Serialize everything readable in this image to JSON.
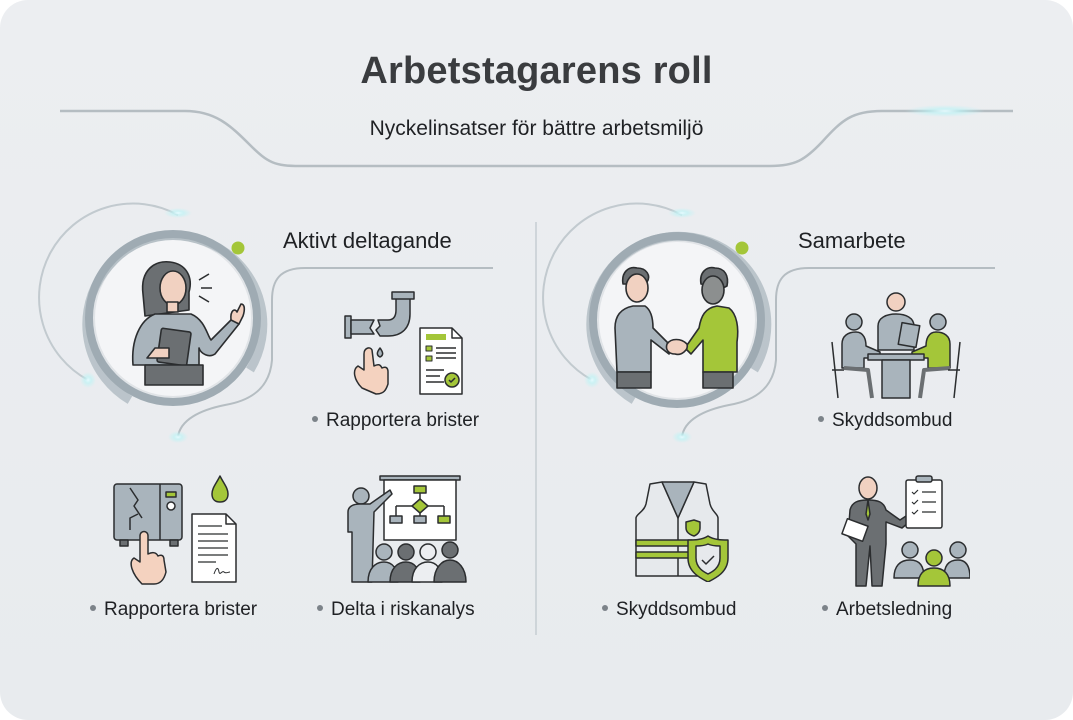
{
  "header": {
    "title": "Arbetstagarens roll",
    "subtitle": "Nyckelinsatser för bättre arbetsmiljö"
  },
  "colors": {
    "background": "#e9ecef",
    "accent_green": "#a4c639",
    "line_gray": "#b5bdc2",
    "figure_gray": "#a9b4bc",
    "dark_gray": "#6b6f72",
    "text": "#1f2124"
  },
  "sections": [
    {
      "title": "Aktivt deltagande",
      "hero_icon": "woman-reporting-with-tablet-icon",
      "items": [
        {
          "label": "Rapportera brister",
          "icon": "broken-pipe-report-icon"
        },
        {
          "label": "Rapportera brister",
          "icon": "broken-machine-report-icon"
        },
        {
          "label": "Delta i riskanalys",
          "icon": "risk-analysis-presentation-icon"
        }
      ]
    },
    {
      "title": "Samarbete",
      "hero_icon": "handshake-icon",
      "items": [
        {
          "label": "Skyddsombud",
          "icon": "meeting-table-icon"
        },
        {
          "label": "Skyddsombud",
          "icon": "safety-vest-shield-icon"
        },
        {
          "label": "Arbetsledning",
          "icon": "manager-checklist-team-icon"
        }
      ]
    }
  ]
}
